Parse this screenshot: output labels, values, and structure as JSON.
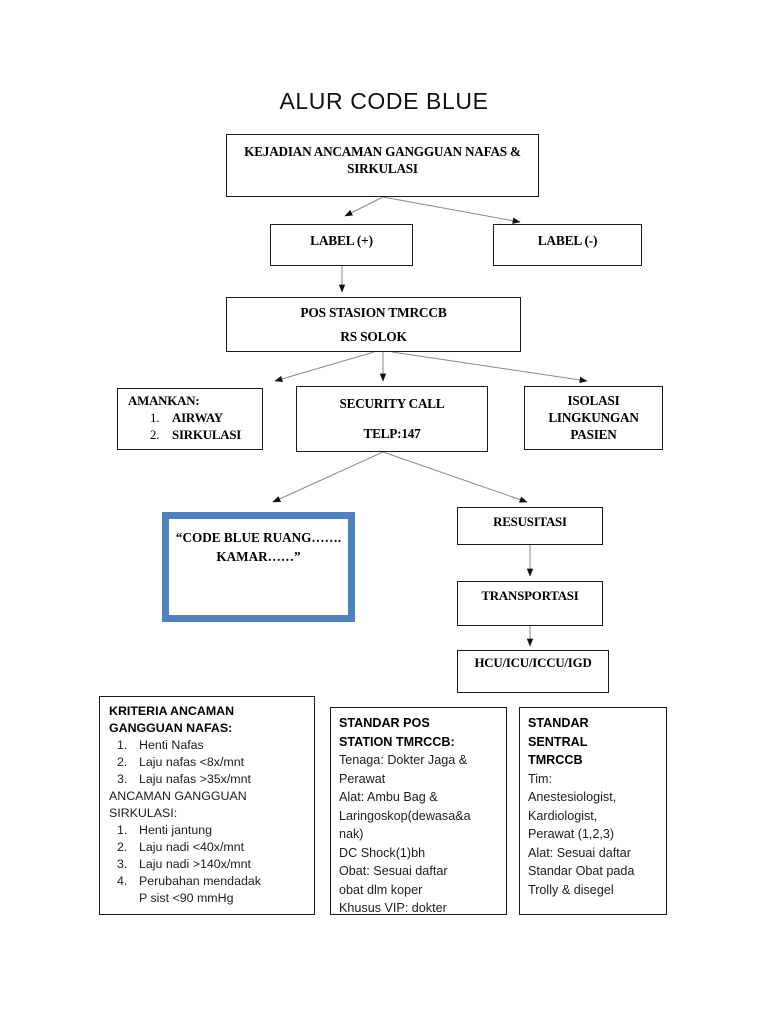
{
  "title": "ALUR CODE BLUE",
  "colors": {
    "highlight_border": "#4F81BD",
    "node_border": "#1A1A1A",
    "text": "#000000",
    "background": "#FFFFFF"
  },
  "nodes": {
    "kejadian": {
      "line1": "KEJADIAN ANCAMAN GANGGUAN NAFAS",
      "line2": "&",
      "line3": "SIRKULASI"
    },
    "label_positive": "LABEL (+)",
    "label_negative": "LABEL (-)",
    "pos_stasion": {
      "line1": "POS STASION TMRCCB",
      "line2": "RS SOLOK"
    },
    "amankan": {
      "heading": "AMANKAN:",
      "items": [
        {
          "num": "1.",
          "label": "AIRWAY"
        },
        {
          "num": "2.",
          "label": "SIRKULASI"
        }
      ]
    },
    "security_call": {
      "line1": "SECURITY CALL",
      "line2": "TELP:147"
    },
    "isolasi": {
      "line1": "ISOLASI",
      "line2": "LINGKUNGAN",
      "line3": "PASIEN"
    },
    "code_blue": {
      "line1": "“CODE BLUE",
      "line2": "RUANG…….",
      "line3": "KAMAR……”"
    },
    "resusitasi": "RESUSITASI",
    "transportasi": "TRANSPORTASI",
    "hcu": "HCU/ICU/ICCU/IGD"
  },
  "panels": {
    "kriteria": {
      "heading_line1": "KRITERIA ANCAMAN",
      "heading_line2": "GANGGUAN NAFAS:",
      "nafas_items": [
        {
          "num": "1.",
          "label": "Henti Nafas"
        },
        {
          "num": "2.",
          "label": "Laju nafas <8x/mnt"
        },
        {
          "num": "3.",
          "label": "Laju nafas >35x/mnt"
        }
      ],
      "subheading_line1": "ANCAMAN GANGGUAN",
      "subheading_line2": "SIRKULASI:",
      "sirkulasi_items": [
        {
          "num": "1.",
          "label": "Henti jantung"
        },
        {
          "num": "2.",
          "label": "Laju nadi <40x/mnt"
        },
        {
          "num": "3.",
          "label": "Laju nadi >140x/mnt"
        },
        {
          "num": "4.",
          "label": "Perubahan mendadak"
        }
      ],
      "sirkulasi_last_cont": "P sist <90 mmHg"
    },
    "standar_pos": {
      "heading_line1": "STANDAR POS",
      "heading_line2": "STATION TMRCCB:",
      "lines": [
        "Tenaga: Dokter Jaga  &",
        "Perawat",
        "Alat: Ambu Bag &",
        "Laringoskop(dewasa&a",
        "nak)",
        "DC Shock(1)bh",
        "Obat: Sesuai daftar",
        "obat dlm koper",
        "Khusus VIP:  dokter"
      ]
    },
    "standar_sentral": {
      "heading_line1": "STANDAR",
      "heading_line2": "SENTRAL",
      "heading_line3": "TMRCCB",
      "lines": [
        "Tim:",
        "Anestesiologist,",
        "Kardiologist,",
        "Perawat (1,2,3)",
        "Alat: Sesuai daftar",
        "Standar Obat pada",
        "Trolly & disegel"
      ]
    }
  },
  "connectors": [
    {
      "name": "kejadian-to-label-positive",
      "from": "kejadian",
      "to": "label_positive"
    },
    {
      "name": "kejadian-to-label-negative",
      "from": "kejadian",
      "to": "label_negative"
    },
    {
      "name": "label-positive-to-pos-stasion",
      "from": "label_positive",
      "to": "pos_stasion"
    },
    {
      "name": "pos-stasion-to-amankan",
      "from": "pos_stasion",
      "to": "amankan"
    },
    {
      "name": "pos-stasion-to-security-call",
      "from": "pos_stasion",
      "to": "security_call"
    },
    {
      "name": "pos-stasion-to-isolasi",
      "from": "pos_stasion",
      "to": "isolasi"
    },
    {
      "name": "security-call-to-code-blue",
      "from": "security_call",
      "to": "code_blue"
    },
    {
      "name": "security-call-to-resusitasi",
      "from": "security_call",
      "to": "resusitasi"
    },
    {
      "name": "resusitasi-to-transportasi",
      "from": "resusitasi",
      "to": "transportasi"
    },
    {
      "name": "transportasi-to-hcu",
      "from": "transportasi",
      "to": "hcu"
    }
  ]
}
